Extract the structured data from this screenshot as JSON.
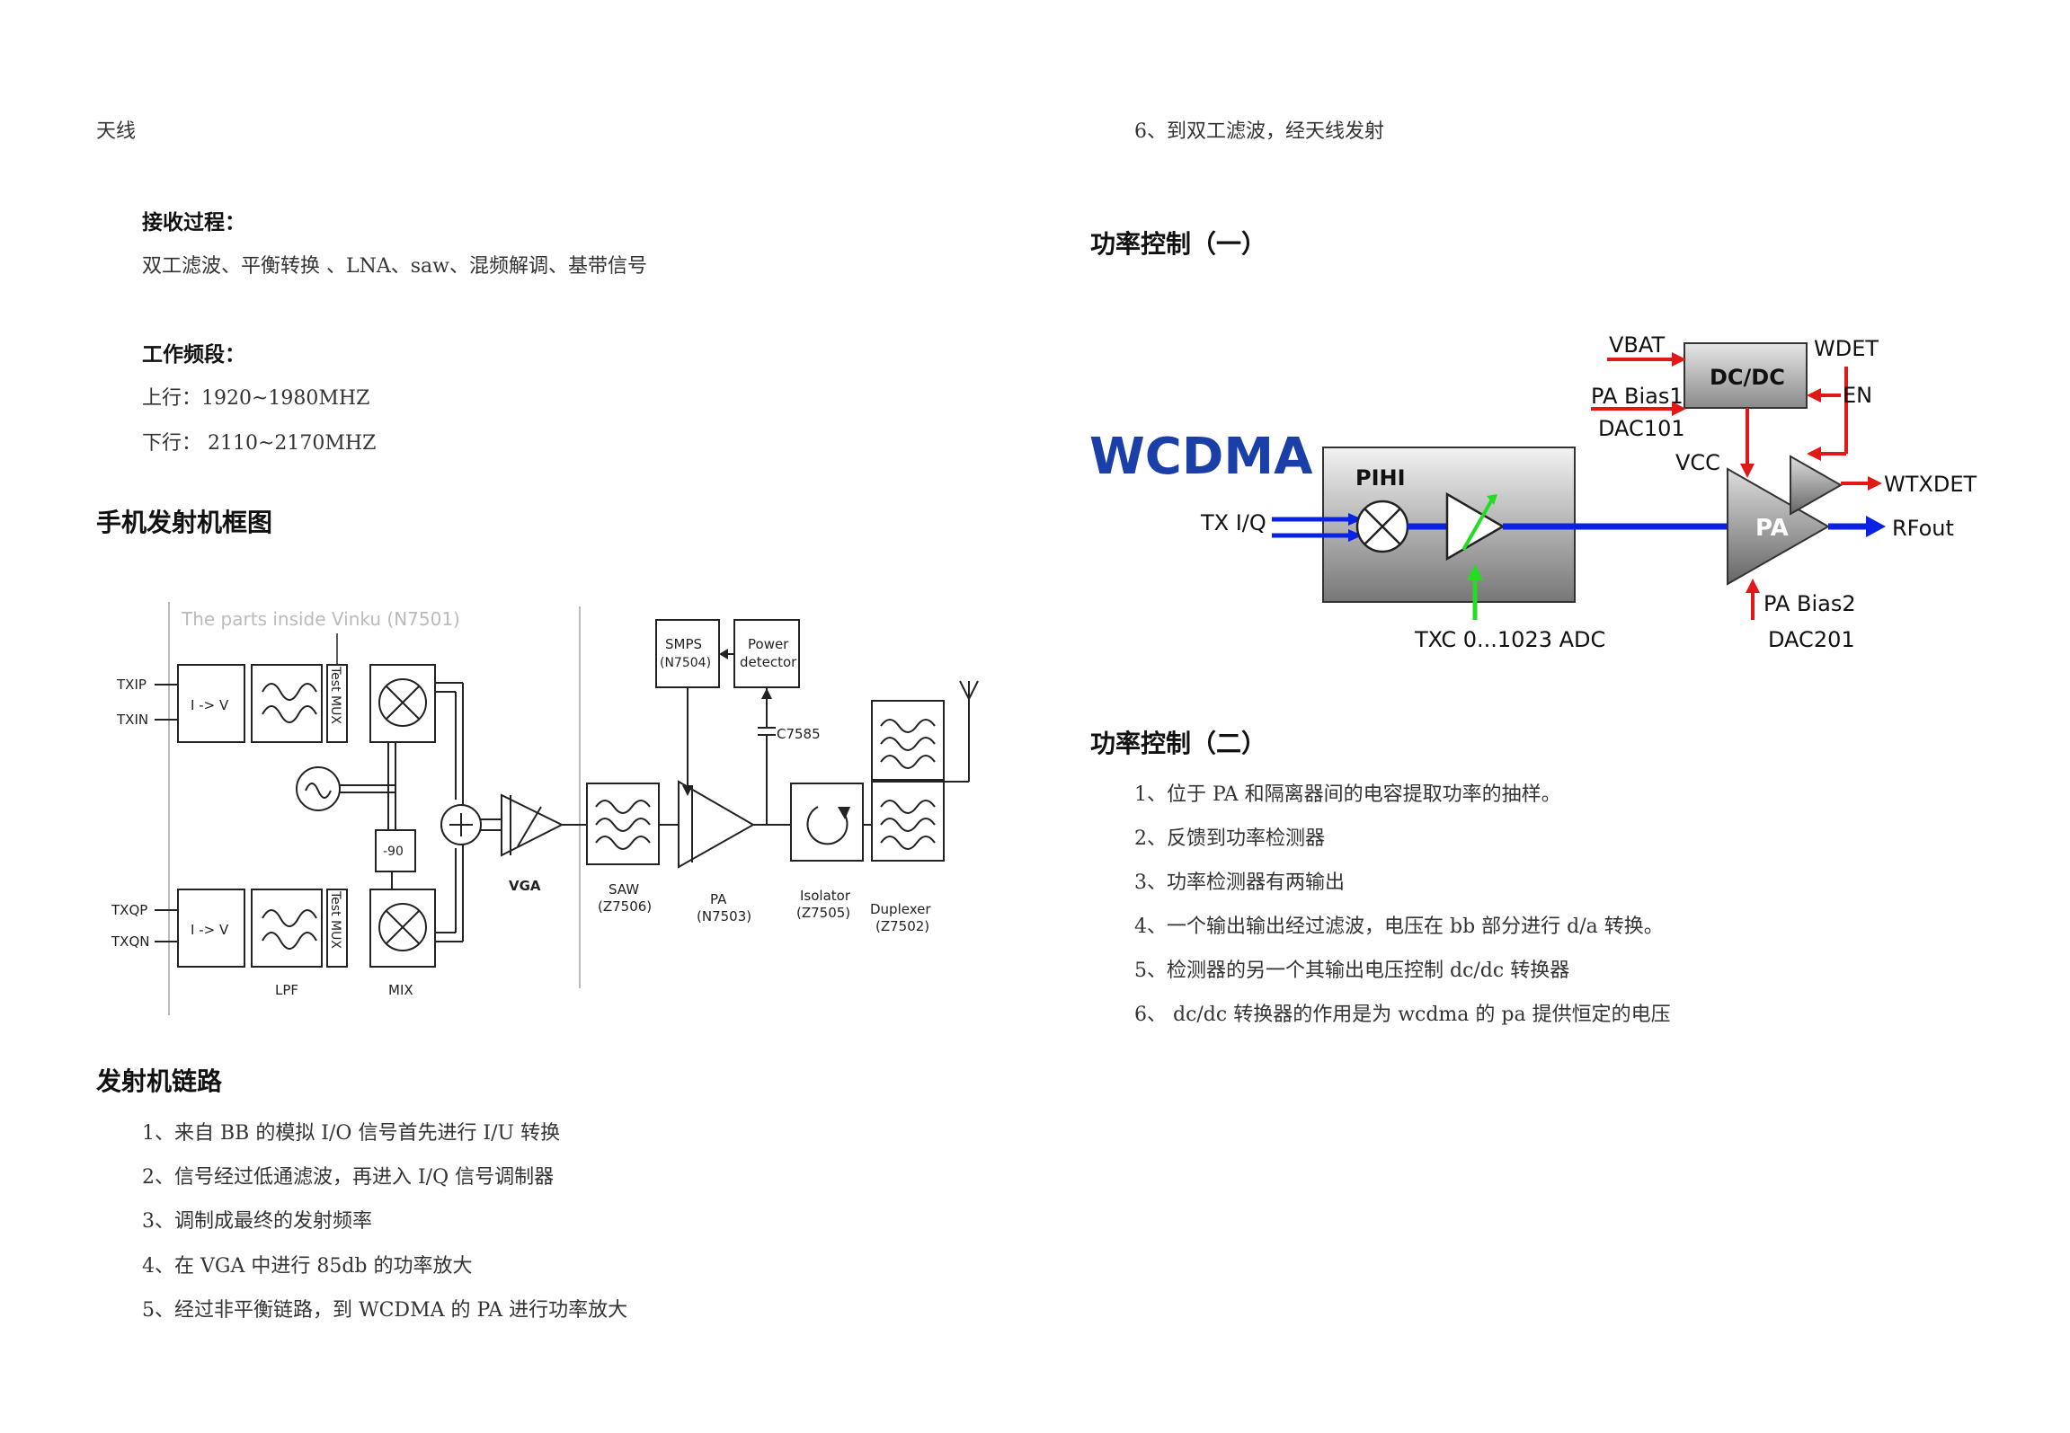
{
  "left": {
    "top_text": "天线",
    "receive": {
      "heading": "接收过程：",
      "line": "双工滤波、平衡转换 、LNA、saw、混频解调、基带信号"
    },
    "band": {
      "heading": "工作频段：",
      "uplink": "上行：1920~1980MHZ",
      "downlink": "下行：  2110~2170MHZ"
    },
    "tx_diagram_heading": "手机发射机框图",
    "tx_diagram": {
      "watermark": "The parts inside Vinku (N7501)",
      "inputs": [
        "TXIP",
        "TXIN",
        "TXQP",
        "TXQN"
      ],
      "iv": "I -> V",
      "testmux": "Test MUX",
      "minus90": "-90",
      "lpf": "LPF",
      "mix": "MIX",
      "vga": "VGA",
      "smps": [
        "SMPS",
        "(N7504)"
      ],
      "power_detector": [
        "Power",
        "detector"
      ],
      "c7585": "C7585",
      "saw": [
        "SAW",
        "(Z7506)"
      ],
      "pa": [
        "PA",
        "(N7503)"
      ],
      "isolator": [
        "Isolator",
        "(Z7505)"
      ],
      "duplexer": [
        "Duplexer",
        "(Z7502)"
      ]
    },
    "tx_chain": {
      "heading": "发射机链路",
      "items": [
        "1、来自 BB 的模拟 I/O 信号首先进行 I/U 转换",
        "2、信号经过低通滤波，再进入 I/Q 信号调制器",
        "3、调制成最终的发射频率",
        "4、在 VGA 中进行 85db 的功率放大",
        "5、经过非平衡链路，到 WCDMA 的 PA 进行功率放大"
      ]
    }
  },
  "right": {
    "top_item": "6、到双工滤波，经天线发射",
    "power_control_1": {
      "heading": "功率控制（一）",
      "diagram": {
        "wcdma": "WCDMA",
        "vbat": "VBAT",
        "dcdc": "DC/DC",
        "wdet": "WDET",
        "pa_bias1": "PA Bias1",
        "en": "EN",
        "dac101": "DAC101",
        "vcc": "VCC",
        "pihi": "PIHI",
        "txiq": "TX I/Q",
        "wtxdet": "WTXDET",
        "pa": "PA",
        "rfout": "RFout",
        "pa_bias2": "PA Bias2",
        "dac201": "DAC201",
        "txc": "TXC  0...1023 ADC"
      }
    },
    "power_control_2": {
      "heading": "功率控制（二）",
      "items": [
        "1、位于 PA 和隔离器间的电容提取功率的抽样。",
        "2、反馈到功率检测器",
        "3、功率检测器有两输出",
        "4、一个输出输出经过滤波，电压在 bb 部分进行 d/a 转换。",
        "5、检测器的另一个其输出电压控制 dc/dc 转换器",
        "6、  dc/dc 转换器的作用是为 wcdma 的 pa 提供恒定的电压"
      ]
    }
  },
  "colors": {
    "signal_blue": "#0a22e6",
    "control_red": "#e01818",
    "adc_green": "#22dd22",
    "wcdma_text": "#1a3fa8"
  }
}
